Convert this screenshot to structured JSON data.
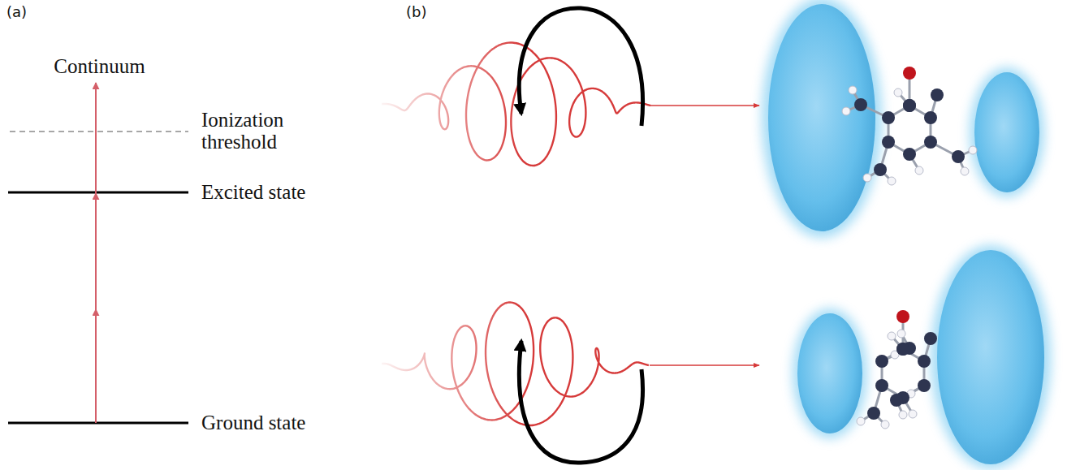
{
  "diagram": {
    "labels": [
      "(a)",
      "(b)",
      "Continuum",
      "Ionization threshold",
      "Excited state",
      "Ground state"
    ]
  }
}
